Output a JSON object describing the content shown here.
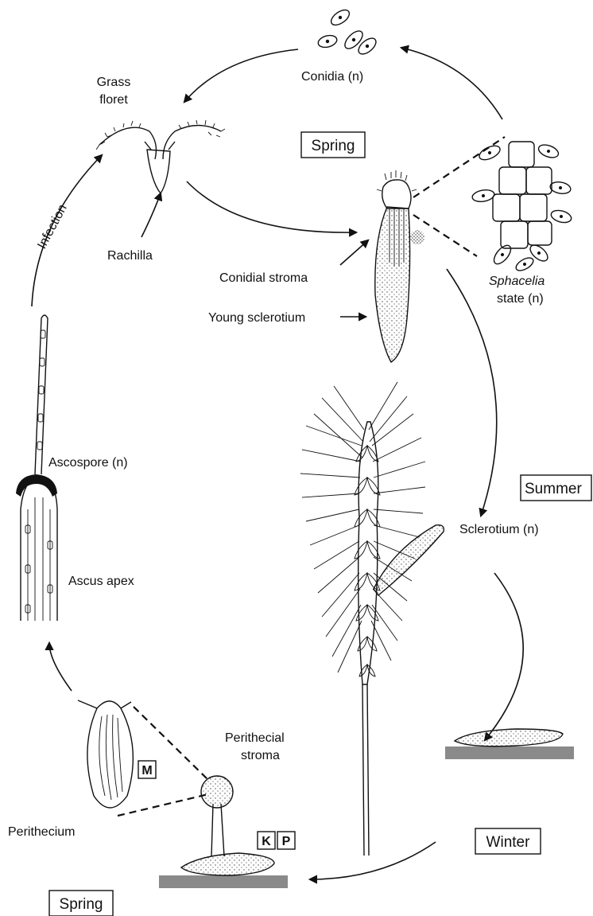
{
  "labels": {
    "conidia": "Conidia (n)",
    "grass_floret_line1": "Grass",
    "grass_floret_line2": "floret",
    "rachilla": "Rachilla",
    "infection": "Infection",
    "conidial_stroma": "Conidial stroma",
    "young_sclerotium": "Young sclerotium",
    "sphacelia_line1": "Sphacelia",
    "sphacelia_line2": "state (n)",
    "ascospore": "Ascospore (n)",
    "ascus_apex": "Ascus apex",
    "sclerotium": "Sclerotium (n)",
    "perithecial_stroma_line1": "Perithecial",
    "perithecial_stroma_line2": "stroma",
    "perithecium": "Perithecium"
  },
  "seasons": {
    "spring_top": "Spring",
    "summer": "Summer",
    "winter": "Winter",
    "spring_bottom": "Spring"
  },
  "panel_tags": {
    "m": "M",
    "k": "K",
    "p": "P"
  },
  "colors": {
    "ink": "#111111",
    "ground": "#8a8a8a",
    "stipple": "#444444"
  }
}
